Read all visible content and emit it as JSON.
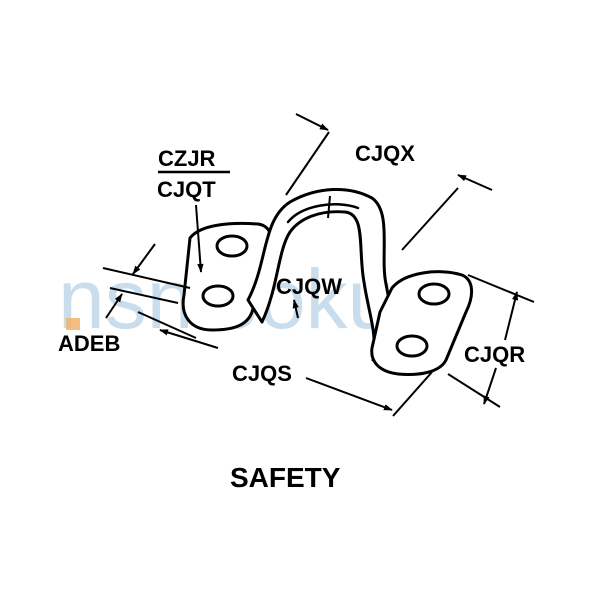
{
  "watermark": {
    "text": "nsnlookup",
    "color": "#b8d2e6",
    "accent_color": "#f2b26b"
  },
  "labels": {
    "czjr": "CZJR",
    "cjqt": "CJQT",
    "cjqx": "CJQX",
    "cjqw": "CJQW",
    "adeb": "ADEB",
    "cjqs": "CJQS",
    "cjqr": "CJQR"
  },
  "caption": "SAFETY",
  "colors": {
    "ink": "#000000",
    "paper": "#ffffff"
  }
}
